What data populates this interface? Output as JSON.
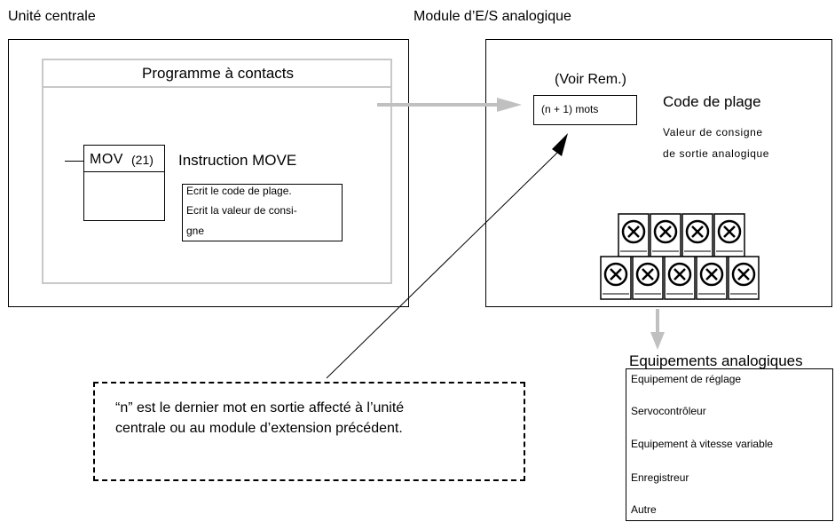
{
  "cpu": {
    "title": "Unité centrale",
    "ladder_title": "Programme à contacts",
    "instruction_mnemonic": "MOV",
    "instruction_code": "(21)",
    "instruction_name": "Instruction MOVE",
    "description_lines": [
      "Ecrit le code de plage.",
      "Ecrit la valeur de consi-",
      "gne"
    ]
  },
  "module": {
    "title": "Module d’E/S analogique",
    "note_ref": "(Voir Rem.)",
    "words_label": "(n + 1) mots",
    "range_code": "Code de plage",
    "setpoint_line1": "Valeur de consigne",
    "setpoint_line2": "de sortie analogique"
  },
  "equipment": {
    "title": "Equipements analogiques",
    "items": [
      "Equipement de réglage",
      "Servocontrôleur",
      "Equipement à vitesse variable",
      "Enregistreur",
      "Autre"
    ]
  },
  "note": {
    "line1": "“n” est le dernier mot en sortie affecté à l’unité",
    "line2": "centrale ou au module d’extension précédent."
  }
}
